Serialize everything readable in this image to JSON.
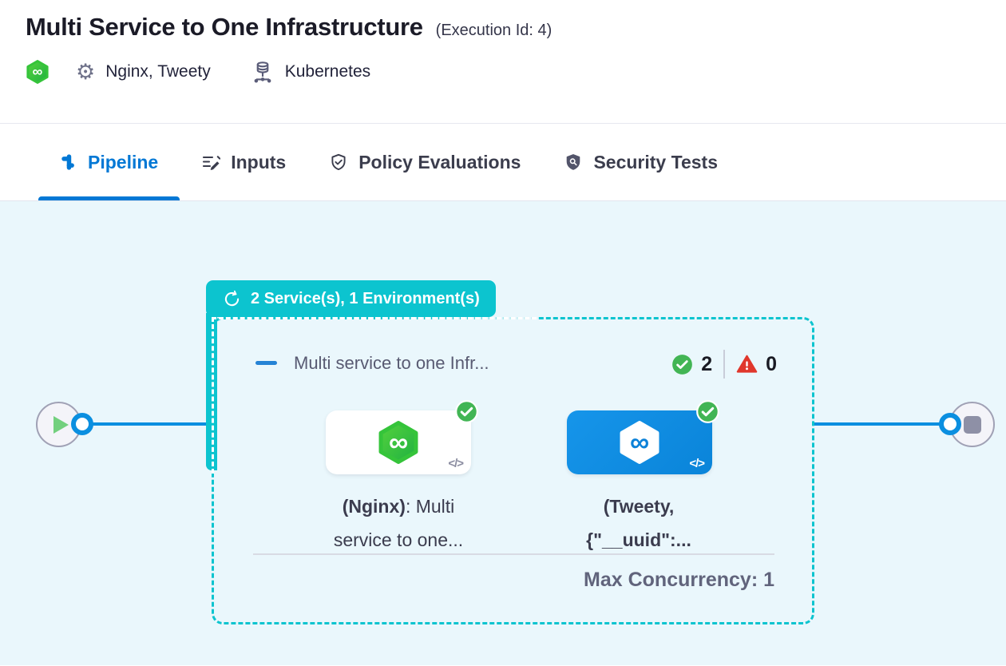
{
  "header": {
    "title": "Multi Service to One Infrastructure",
    "execution_id": "(Execution Id: 4)",
    "services": "Nginx, Tweety",
    "infrastructure": "Kubernetes"
  },
  "tabs": {
    "pipeline": "Pipeline",
    "inputs": "Inputs",
    "policy": "Policy Evaluations",
    "security": "Security Tests"
  },
  "stage": {
    "badge": "2 Service(s), 1 Environment(s)",
    "title": "Multi service to one Infr...",
    "success_count": "2",
    "error_count": "0",
    "max_concurrency": "Max Concurrency: 1",
    "code_glyph": "</>"
  },
  "services": [
    {
      "line1_bold": "(Nginx)",
      "line1_rest": ": Multi",
      "line2": "service to one..."
    },
    {
      "line1_bold": "(Tweety,",
      "line1_rest": "",
      "line2": "{\"__uuid\":..."
    }
  ],
  "icons": {
    "infinity": "∞",
    "gear": "⚙"
  },
  "colors": {
    "teal": "#0cc4cf",
    "connector_blue": "#0b8fe0",
    "tab_active_blue": "#0278d5",
    "success_green": "#42b554",
    "error_red": "#e0372c",
    "canvas_bg": "#eaf7fc",
    "card_blue": "#0d8ee3",
    "harness_green": "#35c43a"
  }
}
